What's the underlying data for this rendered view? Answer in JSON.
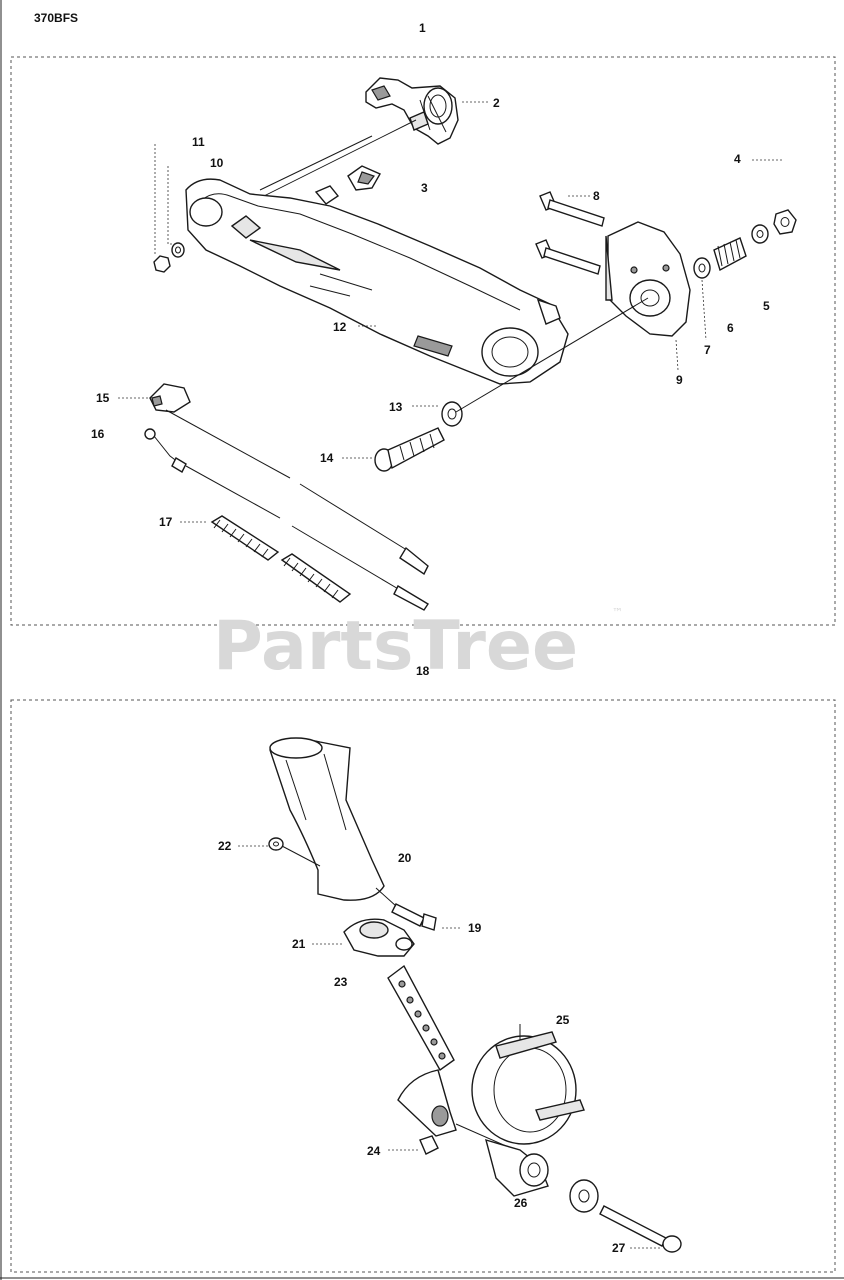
{
  "model": "370BFS",
  "group_top": "1",
  "group_bottom": "18",
  "watermark": "PartsTree",
  "trademark": "™",
  "callouts_top": [
    {
      "id": "c2",
      "text": "2"
    },
    {
      "id": "c3",
      "text": "3"
    },
    {
      "id": "c4",
      "text": "4"
    },
    {
      "id": "c5",
      "text": "5"
    },
    {
      "id": "c6",
      "text": "6"
    },
    {
      "id": "c7",
      "text": "7"
    },
    {
      "id": "c8",
      "text": "8"
    },
    {
      "id": "c9",
      "text": "9"
    },
    {
      "id": "c10",
      "text": "10"
    },
    {
      "id": "c11",
      "text": "11"
    },
    {
      "id": "c12",
      "text": "12"
    },
    {
      "id": "c13",
      "text": "13"
    },
    {
      "id": "c14",
      "text": "14"
    },
    {
      "id": "c15",
      "text": "15"
    },
    {
      "id": "c16",
      "text": "16"
    },
    {
      "id": "c17",
      "text": "17"
    }
  ],
  "callouts_bottom": [
    {
      "id": "c19",
      "text": "19"
    },
    {
      "id": "c20",
      "text": "20"
    },
    {
      "id": "c21",
      "text": "21"
    },
    {
      "id": "c22",
      "text": "22"
    },
    {
      "id": "c23",
      "text": "23"
    },
    {
      "id": "c24",
      "text": "24"
    },
    {
      "id": "c25",
      "text": "25"
    },
    {
      "id": "c26",
      "text": "26"
    },
    {
      "id": "c27",
      "text": "27"
    }
  ]
}
